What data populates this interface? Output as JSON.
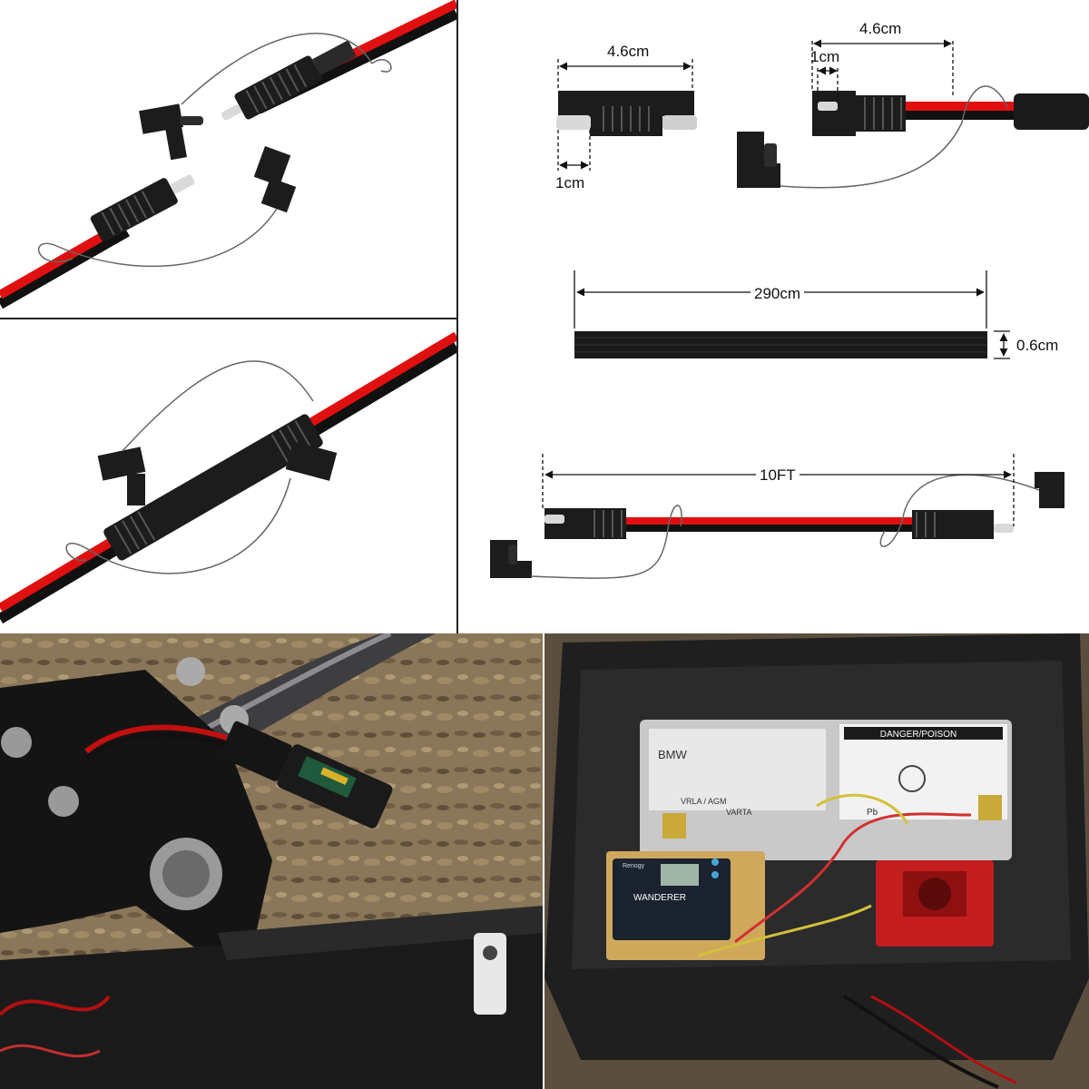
{
  "dimensions": {
    "connector_width_left": "4.6cm",
    "pin_length_left": "1cm",
    "connector_width_right": "4.6cm",
    "pin_length_right": "1cm",
    "sleeve_length": "290cm",
    "sleeve_thickness": "0.6cm",
    "cable_length": "10FT"
  },
  "battery_labels": {
    "brand": "BMW",
    "warning": "DANGER/POISON",
    "maker": "VARTA",
    "type": "VRLA / AGM",
    "lead": "Pb"
  },
  "controller_labels": {
    "brand": "Renogy",
    "model": "WANDERER"
  },
  "colors": {
    "wire_red": "#e01010",
    "wire_black": "#111111",
    "connector": "#1c1c1c",
    "dimension_line": "#111111"
  }
}
